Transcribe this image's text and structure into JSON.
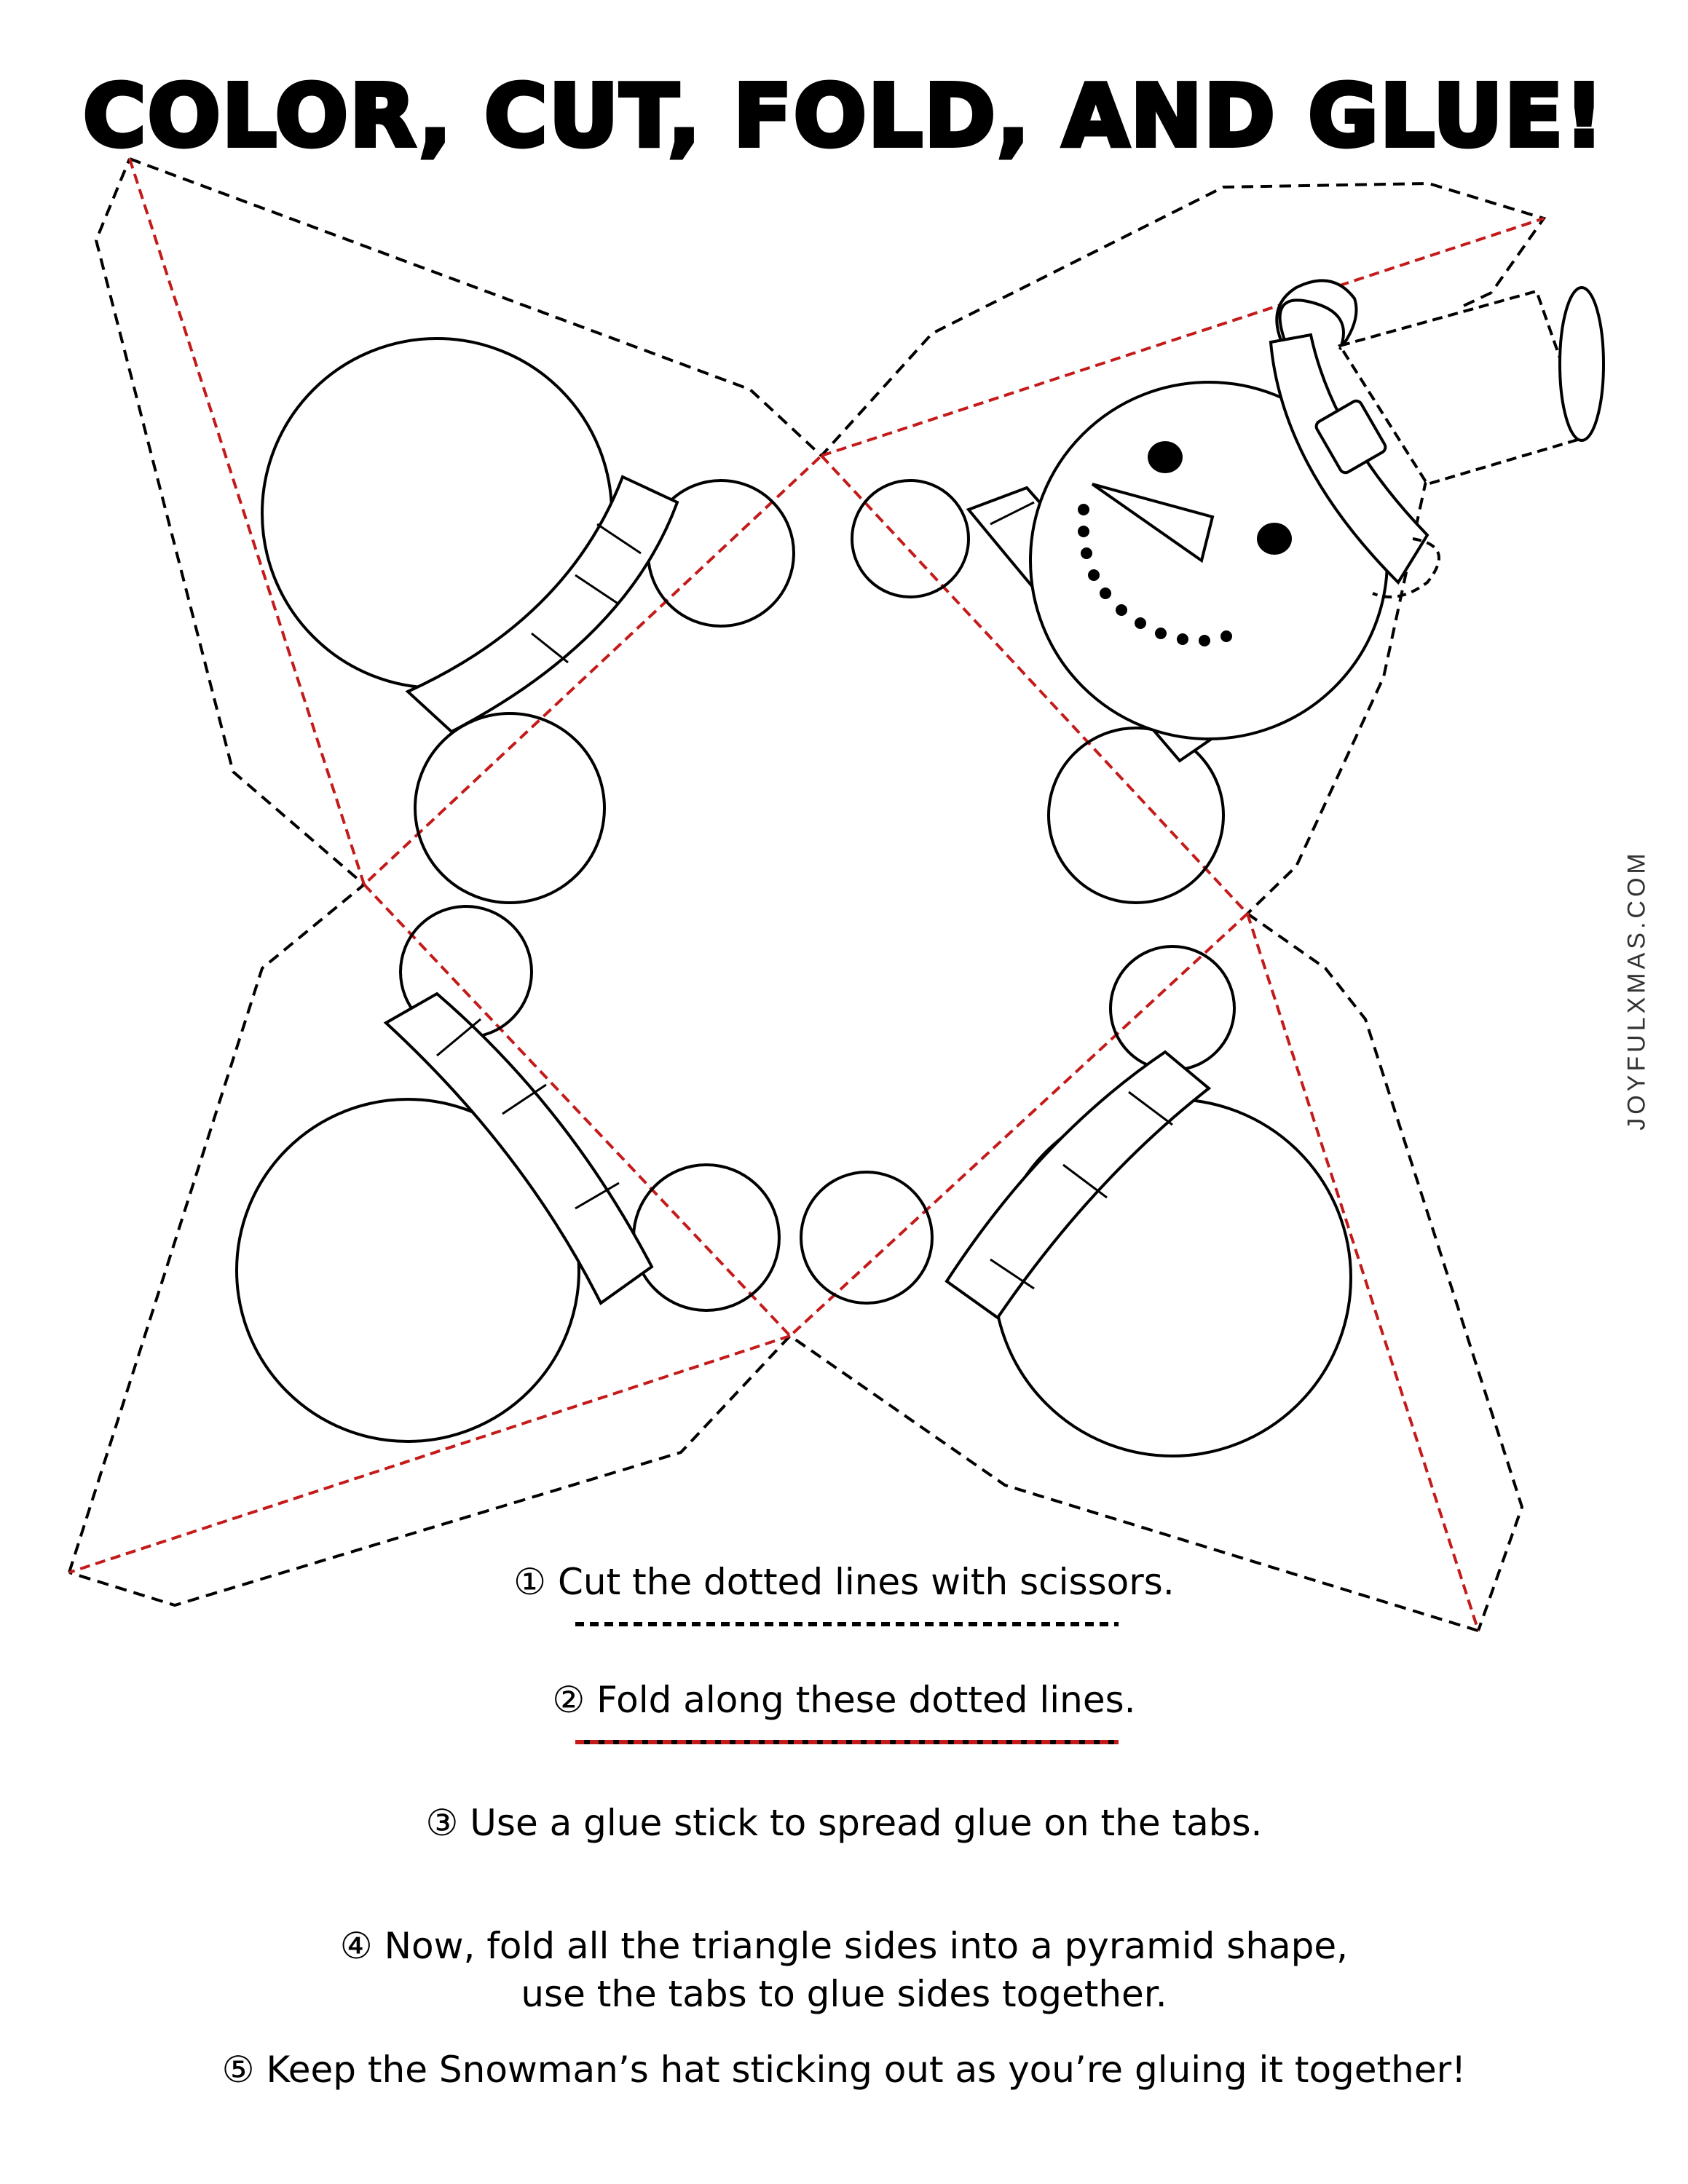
{
  "title": "COLOR, CUT, FOLD, AND GLUE!",
  "instructions": {
    "step1": "① Cut the dotted lines with scissors.",
    "step2": "② Fold along these dotted lines.",
    "step3": "③ Use a glue stick to spread glue on the tabs.",
    "step4_line1": "④ Now, fold all the triangle sides into a pyramid shape,",
    "step4_line2": "use the tabs to glue sides together.",
    "step5": "⑤ Keep the Snowman’s hat sticking out as you’re gluing it together!"
  },
  "website": "JOYFULXMAS.COM",
  "colors": {
    "ink": "#000000",
    "fold_line": "#c41a1a",
    "background": "#ffffff"
  },
  "icons": [
    "snowman-face-icon",
    "snowman-hat-icon",
    "snowman-head-icon"
  ]
}
